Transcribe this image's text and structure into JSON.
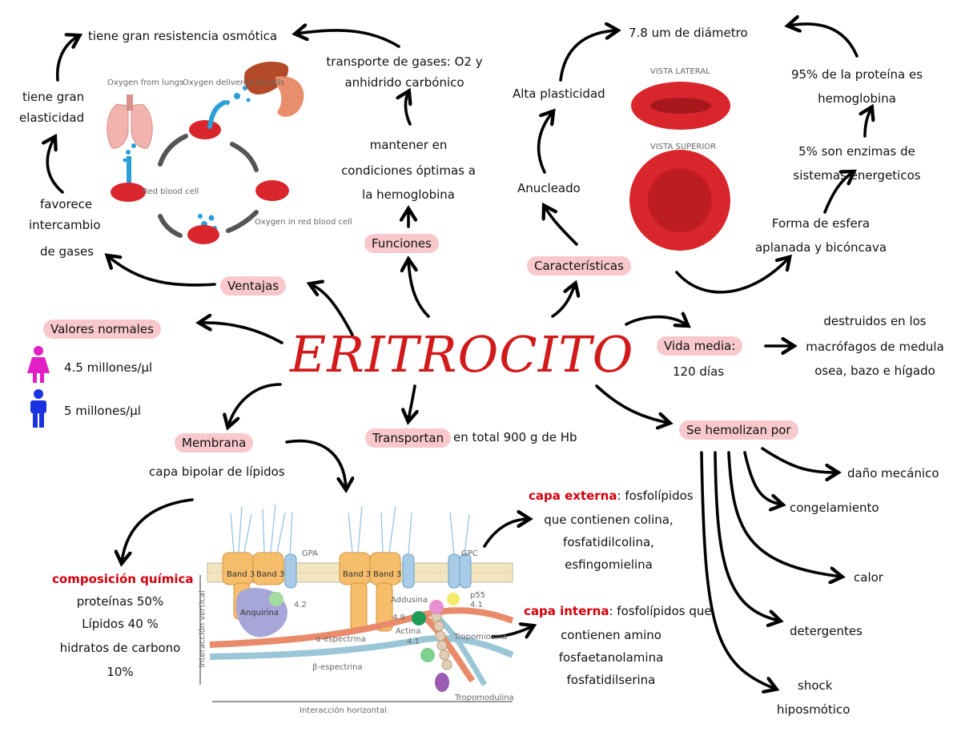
{
  "title": "ERITROCITO",
  "colors": {
    "pill": "#f8c8cc",
    "title": "#d11a1a",
    "accent_red": "#d4000b",
    "female_icon": "#e21fc4",
    "male_icon": "#1a33e0"
  },
  "ventajas": {
    "label": "Ventajas",
    "items": [
      "tiene gran resistencia osmótica",
      "tiene gran",
      "elasticidad",
      "favorece",
      "intercambio",
      "de gases"
    ]
  },
  "valores": {
    "label": "Valores normales",
    "female": "4.5 millones/µl",
    "male": "5 millones/µl",
    "female_icon": "female-icon",
    "male_icon": "male-icon"
  },
  "funciones": {
    "label": "Funciones",
    "items": [
      "transporte de gases: O2 y",
      "anhidrido carbónico",
      "mantener en",
      "condiciones óptimas a",
      "la hemoglobina"
    ]
  },
  "caracteristicas": {
    "label": "Características",
    "items": [
      "Alta plasticidad",
      "Anucleado",
      "7.8 um de diámetro",
      "95% de la proteína es",
      "hemoglobina",
      "5% son enzimas de",
      "sistemas energeticos",
      "Forma de esfera",
      "aplanada y bicóncava"
    ],
    "view_lateral": "VISTA LATERAL",
    "view_superior": "VISTA SUPERIOR"
  },
  "vida_media": {
    "label": "Vida media:",
    "value": "120 días",
    "destruction": [
      "destruidos en los",
      "macrófagos de medula",
      "osea, bazo e hígado"
    ]
  },
  "hemolisis": {
    "label": "Se hemolizan por",
    "items": [
      "daño mecánico",
      "congelamiento",
      "calor",
      "detergentes",
      "shock",
      "hiposmótico"
    ]
  },
  "transporte": {
    "label": "Transportan",
    "rest": "en total 900 g de Hb"
  },
  "membrana": {
    "label": "Membrana",
    "sub": "capa bipolar de lípidos",
    "composicion": {
      "title": "composición química",
      "lines": [
        "proteínas 50%",
        "Lípidos 40 %",
        "hidratos de carbono",
        "10%"
      ]
    },
    "externa": {
      "title": "capa externa",
      "lines": [
        ": fosfolípidos",
        "que contienen colina,",
        "fosfatidilcolina,",
        "esfingomielina"
      ]
    },
    "interna": {
      "title": "capa interna",
      "lines": [
        ": fosfolípidos que",
        "contienen amino",
        "fosfaetanolamina",
        "fosfatidilserina"
      ]
    }
  },
  "cycle_labels": [
    "Oxygen from lungs",
    "Oxygen delivered to cells",
    "Red blood cell",
    "Oxygen in red blood cell"
  ],
  "membrane_labels": [
    "Band 3",
    "Band 3",
    "GPA",
    "Band 3",
    "Band 3",
    "GPC",
    "Anquirina",
    "4.2",
    "Addusina",
    "p55",
    "4.1",
    "4.9",
    "Actina",
    "4.1",
    "α-espectrina",
    "β-espectrina",
    "Tropomiosina",
    "Tropomodulina",
    "Interacción vertical",
    "Interacción horizontal"
  ]
}
